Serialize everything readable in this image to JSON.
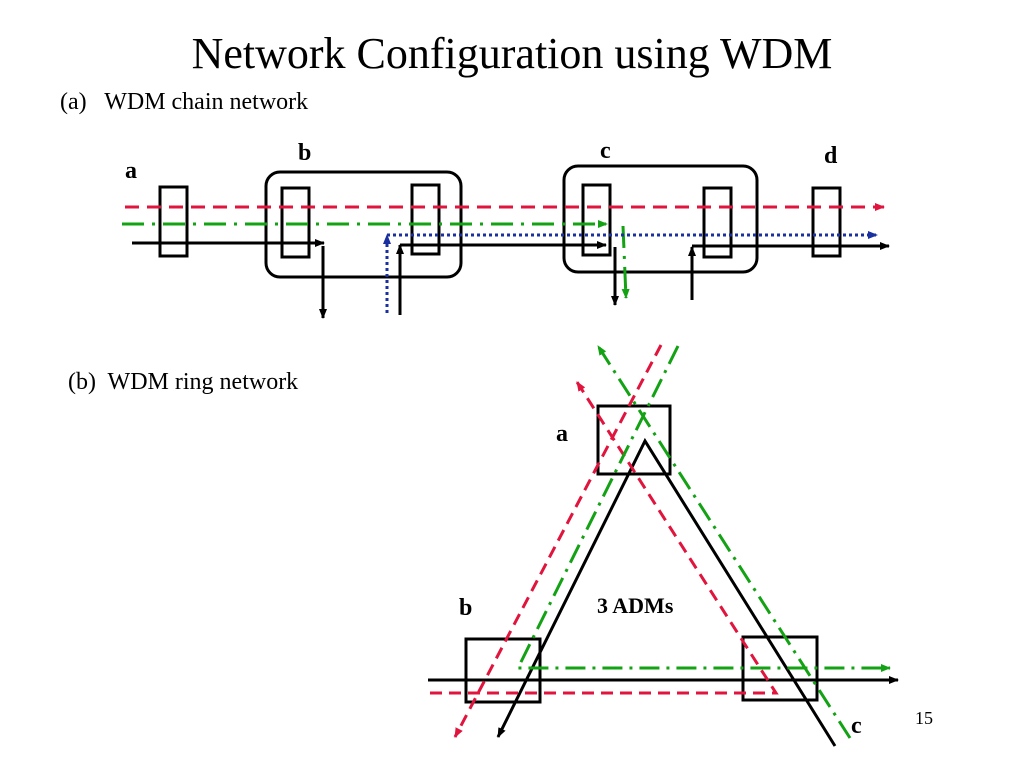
{
  "slide": {
    "title": "Network Configuration using WDM",
    "page_number": "15"
  },
  "chain": {
    "heading": "(a)   WDM chain network",
    "nodes": [
      {
        "id": "a",
        "label": "a",
        "adm_count": 1
      },
      {
        "id": "b",
        "label": "b",
        "adm_count": 2
      },
      {
        "id": "c",
        "label": "c",
        "adm_count": 2
      },
      {
        "id": "d",
        "label": "d",
        "adm_count": 1
      }
    ],
    "lightpaths": [
      {
        "name": "red-dashed",
        "color": "#e0143c",
        "style": "dashed",
        "from": "a",
        "to": "d"
      },
      {
        "name": "green-dash-dot",
        "color": "#13a213",
        "style": "dash-dot",
        "from": "a",
        "to": "c"
      },
      {
        "name": "blue-dotted",
        "color": "#1a2fa0",
        "style": "dotted",
        "from": "b",
        "to": "d"
      },
      {
        "name": "black-solid-1",
        "color": "#000000",
        "style": "solid",
        "from": "a",
        "to": "b"
      },
      {
        "name": "black-solid-2",
        "color": "#000000",
        "style": "solid",
        "from": "b",
        "to": "c"
      },
      {
        "name": "black-solid-3",
        "color": "#000000",
        "style": "solid",
        "from": "c",
        "to": "d"
      }
    ]
  },
  "ring": {
    "heading": "(b)  WDM ring network",
    "center_label": "3 ADMs",
    "nodes": [
      {
        "id": "a",
        "label": "a"
      },
      {
        "id": "b",
        "label": "b"
      },
      {
        "id": "c",
        "label": "c"
      }
    ],
    "colors": {
      "red": "#e0143c",
      "green": "#13a213",
      "black": "#000000"
    }
  }
}
